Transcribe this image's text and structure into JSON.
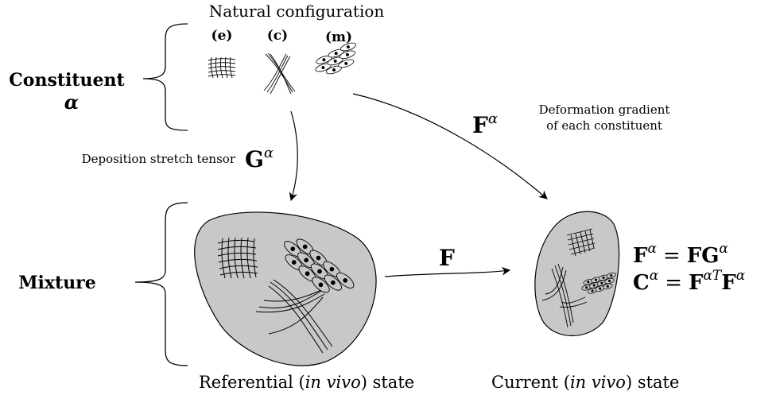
{
  "titles": {
    "natural": "Natural configuration",
    "referential_prefix": "Referential (",
    "referential_italic": "in vivo",
    "referential_suffix": ") state",
    "current_prefix": "Current (",
    "current_italic": "in vivo",
    "current_suffix": ") state"
  },
  "groups": {
    "constituent_word": "Constituent",
    "constituent_symbol": "α",
    "mixture_word": "Mixture"
  },
  "constituents": {
    "e": "(e)",
    "c": "(c)",
    "m": "(m)"
  },
  "labels": {
    "deposition_text": "Deposition stretch tensor",
    "G_base": "G",
    "G_sup": "α",
    "F_alpha_base": "F",
    "F_alpha_sup": "α",
    "deformation_line1": "Deformation gradient",
    "deformation_line2": "of each constituent",
    "F_mixture": "F"
  },
  "equations": {
    "eq1_lhs_base": "F",
    "eq1_lhs_sup": "α",
    "eq1_equals": "=",
    "eq1_rhs_a": "FG",
    "eq1_rhs_sup": "α",
    "eq2_lhs_base": "C",
    "eq2_lhs_sup": "α",
    "eq2_equals": "=",
    "eq2_rhs_a": "F",
    "eq2_rhs_sup1": "αT",
    "eq2_rhs_b": "F",
    "eq2_rhs_sup2": "α"
  },
  "colors": {
    "body_fill": "#c8c8c8",
    "stroke": "#000000",
    "background": "#ffffff"
  }
}
